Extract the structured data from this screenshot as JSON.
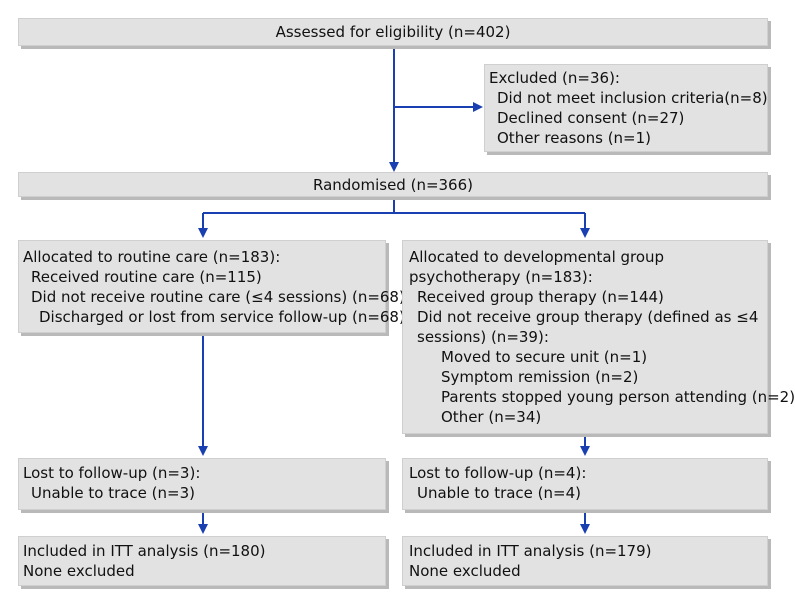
{
  "colors": {
    "box_fill": "#e2e2e2",
    "box_shadow": "#b9b9b9",
    "arrow": "#1a3fb0"
  },
  "assessed": "Assessed for eligibility (n=402)",
  "excluded": {
    "title": "Excluded (n=36):",
    "items": [
      "Did not meet inclusion criteria(n=8)",
      "Declined consent (n=27)",
      "Other reasons (n=1)"
    ]
  },
  "randomised": "Randomised (n=366)",
  "routine": {
    "title": "Allocated to routine care (n=183):",
    "received": "Received routine care (n=115)",
    "not_received": "Did not receive routine care (≤4 sessions) (n=68):",
    "discharged": "Discharged or lost from service follow-up (n=68)"
  },
  "group": {
    "title_1": "Allocated to developmental group",
    "title_2": "psychotherapy (n=183):",
    "received": "Received group therapy (n=144)",
    "not_received_1": "Did not receive group therapy (defined as ≤4",
    "not_received_2": "sessions) (n=39):",
    "reasons": [
      "Moved to secure unit (n=1)",
      "Symptom remission (n=2)",
      "Parents stopped young person attending (n=2)",
      "Other (n=34)"
    ]
  },
  "lost_left": {
    "title": "Lost to follow-up (n=3):",
    "reason": "Unable to trace (n=3)"
  },
  "lost_right": {
    "title": "Lost to follow-up (n=4):",
    "reason": "Unable to trace (n=4)"
  },
  "itt_left": {
    "title": "Included in ITT analysis (n=180)",
    "note": "None excluded"
  },
  "itt_right": {
    "title": "Included in ITT analysis (n=179)",
    "note": "None excluded"
  }
}
